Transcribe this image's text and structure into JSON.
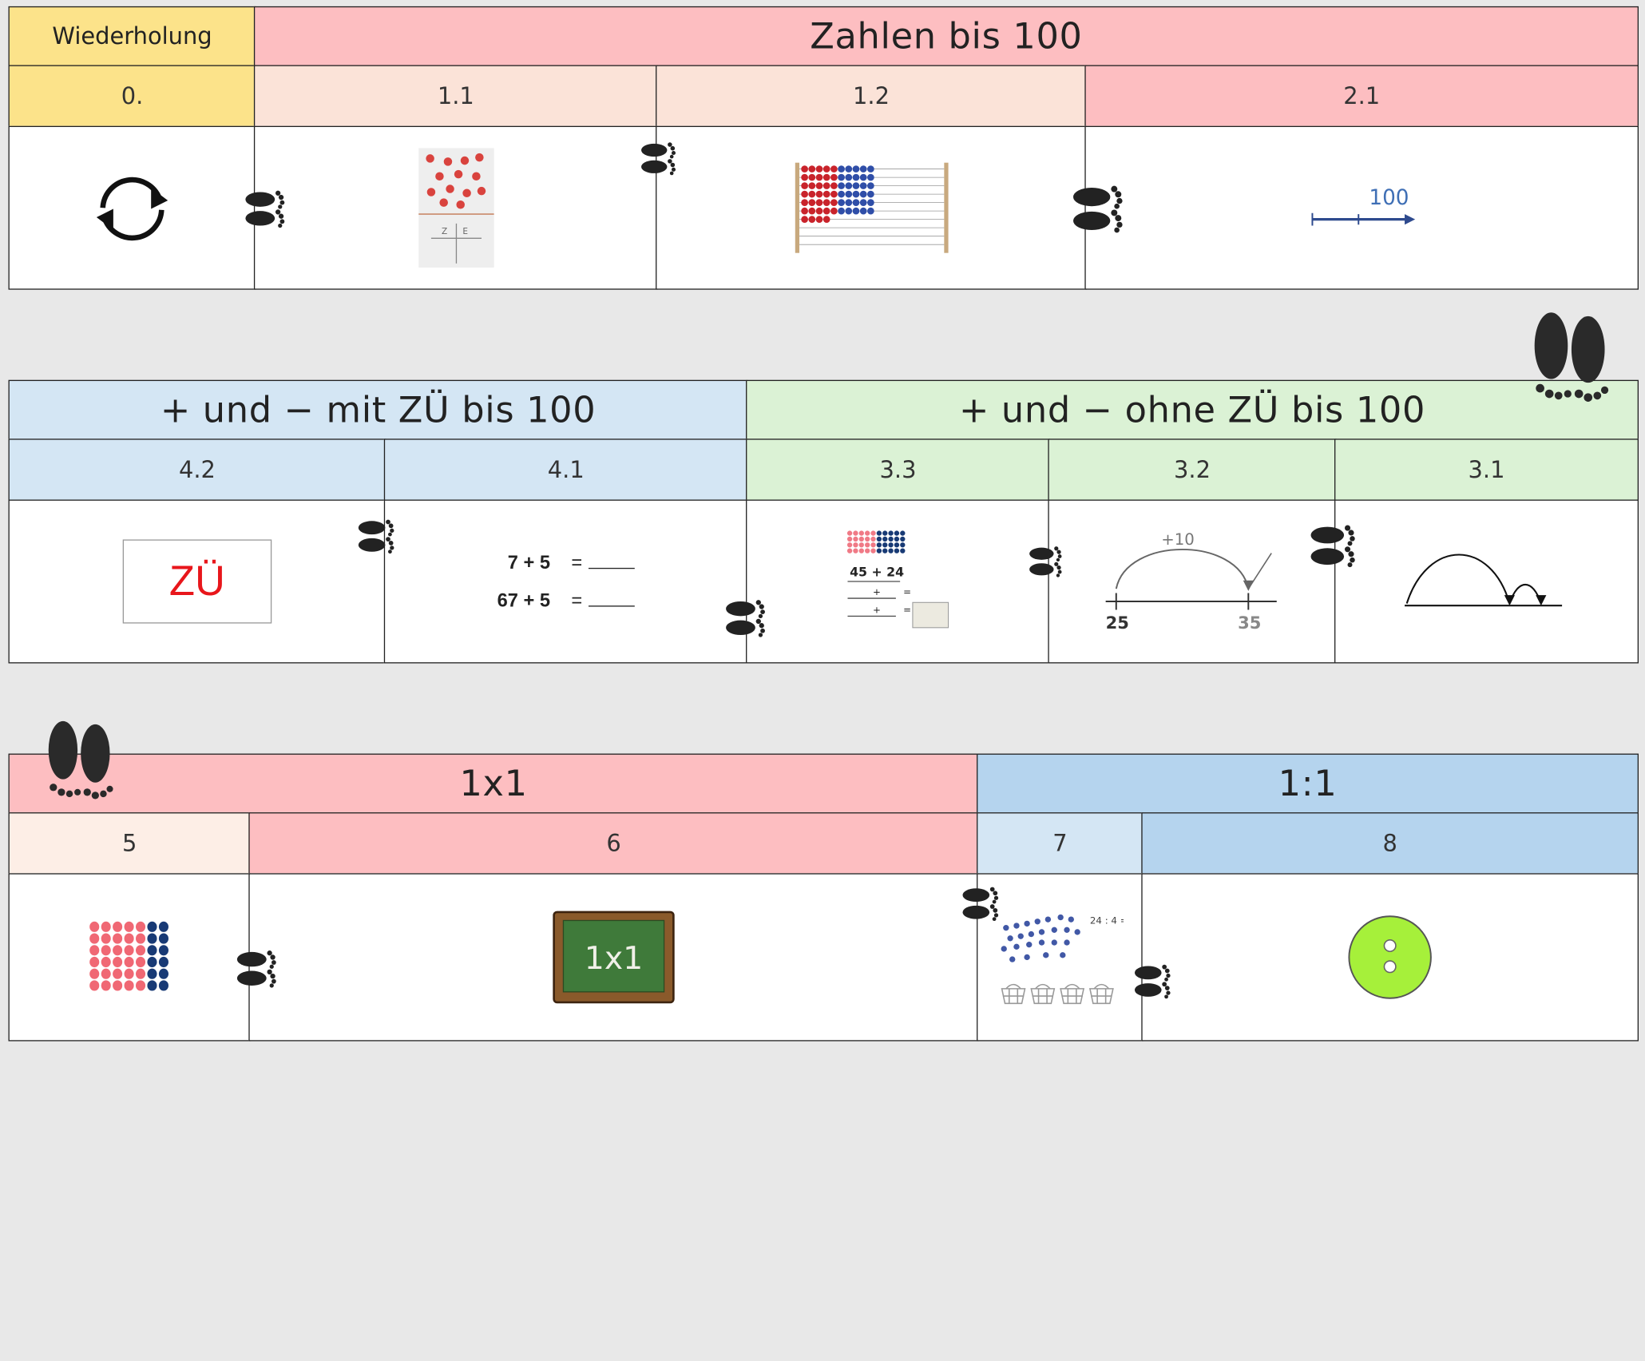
{
  "colors": {
    "yellow": "#fce38a",
    "pink": "#fdbec1",
    "pink_light": "#fbe3d8",
    "blue_light": "#d4e6f4",
    "blue": "#b5d4ee",
    "green_light": "#dbf2d5",
    "peach_light": "#fdeee6",
    "background": "#e8e8e8"
  },
  "row1": {
    "wiederholung": "Wiederholung",
    "title": "Zahlen bis 100",
    "units": [
      "0.",
      "1.1",
      "1.2",
      "2.1"
    ],
    "zahlenstrahl_label": "100",
    "stellentafel_labels": [
      "Z",
      "E"
    ]
  },
  "row2": {
    "title_left": "+ und − mit ZÜ bis 100",
    "title_right": "+ und −  ohne ZÜ bis 100",
    "units": [
      "4.2",
      "4.1",
      "3.3",
      "3.2",
      "3.1"
    ],
    "zu_card": "ZÜ",
    "eq1_left": "7 + 5",
    "eq2_left": "67 + 5",
    "eq_sign": "=",
    "exercise_sum": "45 + 24",
    "jump_label": "+10",
    "jump_start": "25",
    "jump_end": "35"
  },
  "row3": {
    "title_left": "1x1",
    "title_right": "1:1",
    "units": [
      "5",
      "6",
      "7",
      "8"
    ],
    "chalkboard_text": "1x1",
    "division_text": "24 : 4 ="
  }
}
